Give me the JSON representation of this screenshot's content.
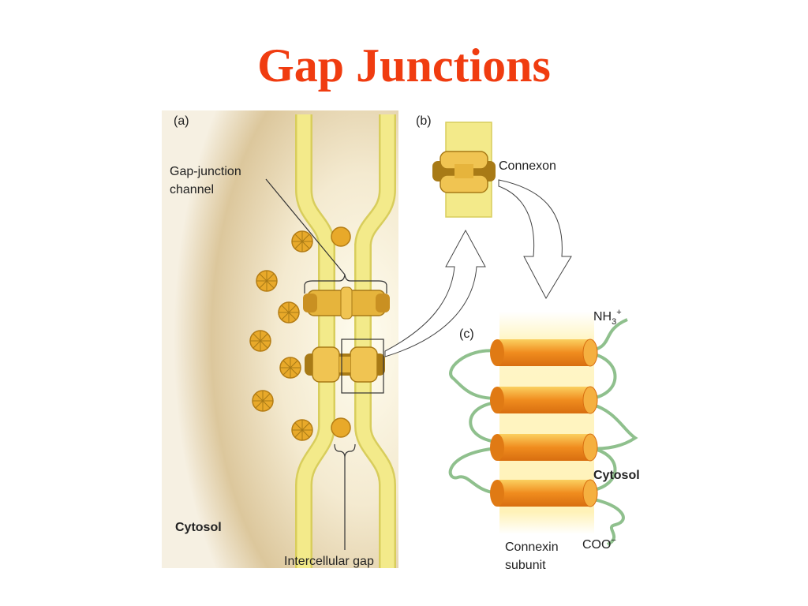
{
  "title": "Gap Junctions",
  "colors": {
    "title": "#f03c10",
    "membrane": "#f3ea8a",
    "membrane_edge": "#d8cd5c",
    "connexon": "#e6b43c",
    "connexon_dark": "#a87a16",
    "helix": "#f08c1e",
    "loop": "#8fc08d",
    "cytosol_bg": "#d9c49a",
    "label": "#222222"
  },
  "panels": {
    "a": {
      "tag": "(a)",
      "channel_label": [
        "Gap-junction",
        "channel"
      ],
      "cytosol_label": "Cytosol",
      "gap_label": "Intercellular gap"
    },
    "b": {
      "tag": "(b)",
      "connexon_label": "Connexon"
    },
    "c": {
      "tag": "(c)",
      "n_terminus": {
        "base": "NH",
        "sub": "3",
        "sup": "+"
      },
      "cytosol_label": "Cytosol",
      "subunit_label": [
        "Connexin",
        "subunit"
      ],
      "c_terminus": {
        "base": "COO",
        "sup": "−"
      }
    }
  }
}
